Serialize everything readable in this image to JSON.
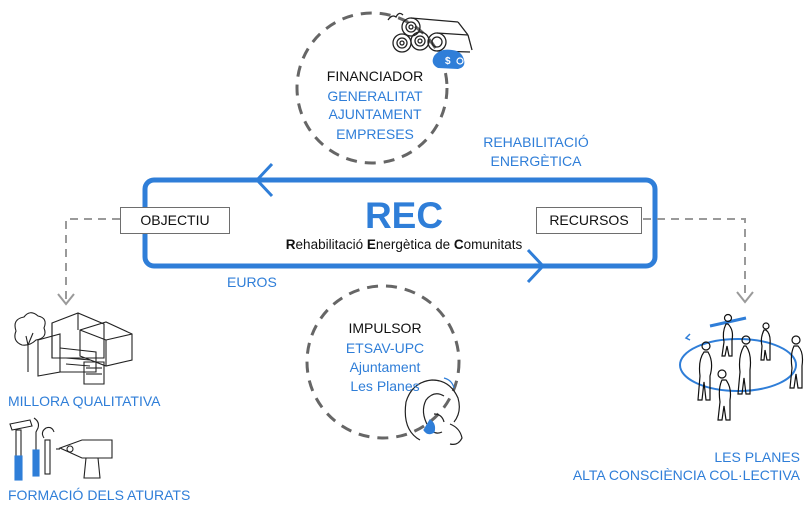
{
  "colors": {
    "accent": "#2f7ed8",
    "dark": "#111111",
    "dash": "#8c8c8c"
  },
  "center": {
    "title": "REC",
    "subtitle_parts": [
      "R",
      "ehabilitació ",
      "E",
      "nergètica de ",
      "C",
      "omunitats"
    ]
  },
  "boxes": {
    "left": "OBJECTIU",
    "right": "RECURSOS"
  },
  "financiador": {
    "title": "FINANCIADOR",
    "items": [
      "GENERALITAT",
      "AJUNTAMENT",
      "EMPRESES"
    ]
  },
  "impulsor": {
    "title": "IMPULSOR",
    "items": [
      "ETSAV-UPC",
      "Ajuntament",
      "Les Planes"
    ]
  },
  "flow_labels": {
    "top": [
      "REHABILITACIÓ",
      "ENERGÈTICA"
    ],
    "bottom": "EUROS"
  },
  "outcomes": {
    "left_1": "MILLORA QUALITATIVA",
    "left_2": "FORMACIÓ DELS ATURATS",
    "right": [
      "LES PLANES",
      "ALTA CONSCIÈNCIA COL·LECTIVA"
    ]
  },
  "icons": [
    "money-rolls-icon",
    "dollar-bag-icon",
    "houses-tree-icon",
    "tools-icon",
    "hands-icon",
    "people-circle-icon"
  ]
}
